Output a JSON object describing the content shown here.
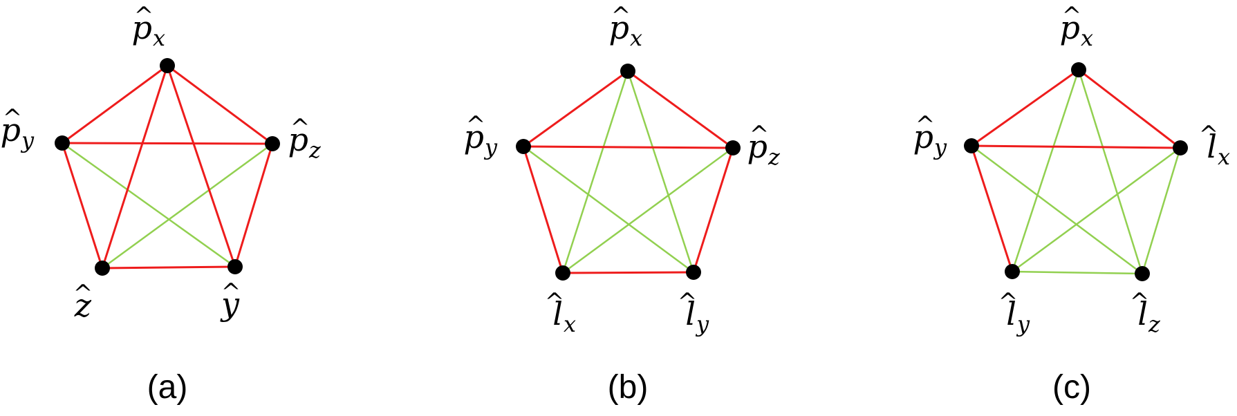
{
  "colors": {
    "red_edge": "#ee1c1c",
    "green_edge": "#92d050",
    "node": "#000000",
    "background": "#ffffff"
  },
  "panels": [
    {
      "caption": "(a)",
      "nodes": [
        {
          "id": "top",
          "base": "p",
          "sub": "x"
        },
        {
          "id": "left",
          "base": "p",
          "sub": "y"
        },
        {
          "id": "right",
          "base": "p",
          "sub": "z"
        },
        {
          "id": "bottom_left",
          "base": "z",
          "sub": ""
        },
        {
          "id": "bottom_right",
          "base": "y",
          "sub": ""
        }
      ],
      "edges": [
        {
          "from": "top",
          "to": "left",
          "color": "red"
        },
        {
          "from": "top",
          "to": "right",
          "color": "red"
        },
        {
          "from": "top",
          "to": "bottom_left",
          "color": "red"
        },
        {
          "from": "top",
          "to": "bottom_right",
          "color": "red"
        },
        {
          "from": "left",
          "to": "right",
          "color": "red"
        },
        {
          "from": "left",
          "to": "bottom_left",
          "color": "red"
        },
        {
          "from": "right",
          "to": "bottom_right",
          "color": "red"
        },
        {
          "from": "bottom_left",
          "to": "bottom_right",
          "color": "red"
        },
        {
          "from": "left",
          "to": "bottom_right",
          "color": "green"
        },
        {
          "from": "right",
          "to": "bottom_left",
          "color": "green"
        }
      ]
    },
    {
      "caption": "(b)",
      "nodes": [
        {
          "id": "top",
          "base": "p",
          "sub": "x"
        },
        {
          "id": "left",
          "base": "p",
          "sub": "y"
        },
        {
          "id": "right",
          "base": "p",
          "sub": "z"
        },
        {
          "id": "bottom_left",
          "base": "l",
          "sub": "x"
        },
        {
          "id": "bottom_right",
          "base": "l",
          "sub": "y"
        }
      ],
      "edges": [
        {
          "from": "top",
          "to": "left",
          "color": "red"
        },
        {
          "from": "top",
          "to": "right",
          "color": "red"
        },
        {
          "from": "left",
          "to": "right",
          "color": "red"
        },
        {
          "from": "left",
          "to": "bottom_left",
          "color": "red"
        },
        {
          "from": "right",
          "to": "bottom_right",
          "color": "red"
        },
        {
          "from": "bottom_left",
          "to": "bottom_right",
          "color": "red"
        },
        {
          "from": "top",
          "to": "bottom_left",
          "color": "green"
        },
        {
          "from": "top",
          "to": "bottom_right",
          "color": "green"
        },
        {
          "from": "left",
          "to": "bottom_right",
          "color": "green"
        },
        {
          "from": "right",
          "to": "bottom_left",
          "color": "green"
        }
      ]
    },
    {
      "caption": "(c)",
      "nodes": [
        {
          "id": "top",
          "base": "p",
          "sub": "x"
        },
        {
          "id": "left",
          "base": "p",
          "sub": "y"
        },
        {
          "id": "right",
          "base": "l",
          "sub": "x"
        },
        {
          "id": "bottom_left",
          "base": "l",
          "sub": "y"
        },
        {
          "id": "bottom_right",
          "base": "l",
          "sub": "z"
        }
      ],
      "edges": [
        {
          "from": "top",
          "to": "left",
          "color": "red"
        },
        {
          "from": "top",
          "to": "right",
          "color": "red"
        },
        {
          "from": "left",
          "to": "right",
          "color": "red"
        },
        {
          "from": "left",
          "to": "bottom_left",
          "color": "red"
        },
        {
          "from": "right",
          "to": "bottom_right",
          "color": "green"
        },
        {
          "from": "bottom_left",
          "to": "bottom_right",
          "color": "green"
        },
        {
          "from": "top",
          "to": "bottom_left",
          "color": "green"
        },
        {
          "from": "top",
          "to": "bottom_right",
          "color": "green"
        },
        {
          "from": "left",
          "to": "bottom_right",
          "color": "green"
        },
        {
          "from": "right",
          "to": "bottom_left",
          "color": "green"
        }
      ]
    }
  ]
}
